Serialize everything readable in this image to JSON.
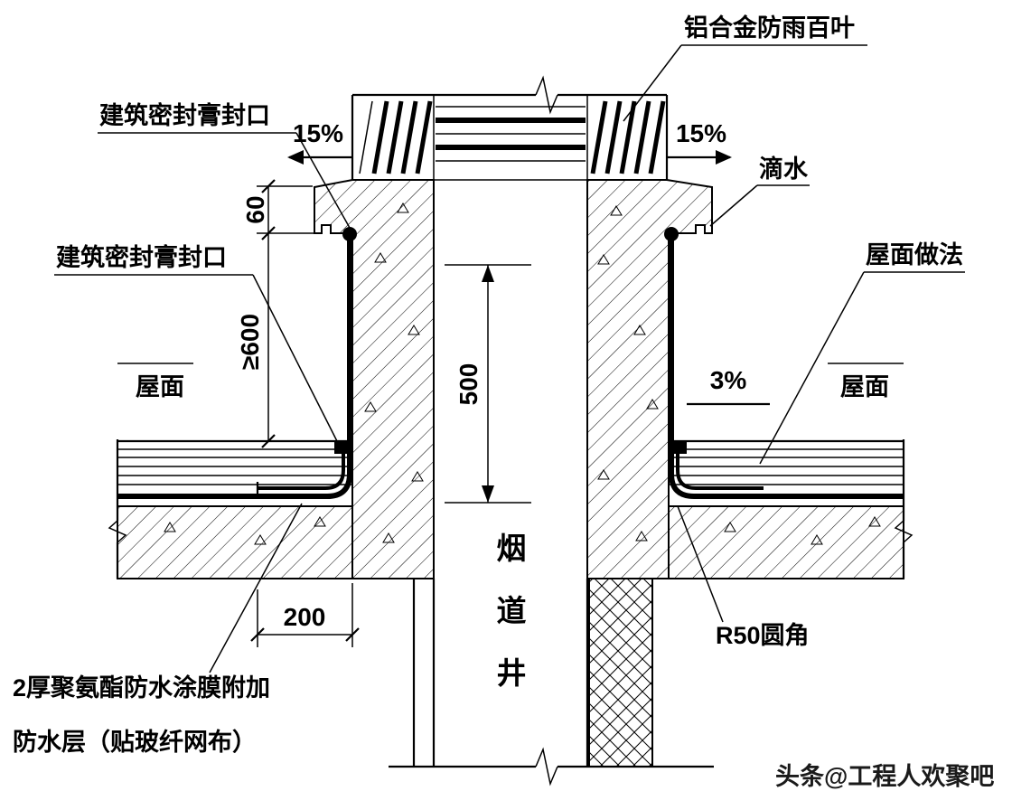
{
  "drawing": {
    "annotations": {
      "louver_label": "铝合金防雨百叶",
      "sealant_top_label": "建筑密封膏封口",
      "sealant_roof_label": "建筑密封膏封口",
      "slope_top_left": "15%",
      "slope_top_right": "15%",
      "drip_label": "滴水",
      "roof_method_label": "屋面做法",
      "roof_left_label": "屋面",
      "roof_right_label": "屋面",
      "roof_slope_label": "3%",
      "fillet_label": "R50圆角",
      "membrane_note_line1": "2厚聚氨酯防水涂膜附加",
      "membrane_note_line2": "防水层（贴玻纤网布）",
      "shaft_char_1": "烟",
      "shaft_char_2": "道",
      "shaft_char_3": "井"
    },
    "dimensions": {
      "cap_height": "60",
      "upstand_min_height": "≥600",
      "shaft_clear_height": "500",
      "membrane_extension": "200"
    },
    "watermark": "头条@工程人欢聚吧",
    "colors": {
      "line": "#000000",
      "background": "#ffffff",
      "watermark": "#1a1a1a"
    }
  }
}
